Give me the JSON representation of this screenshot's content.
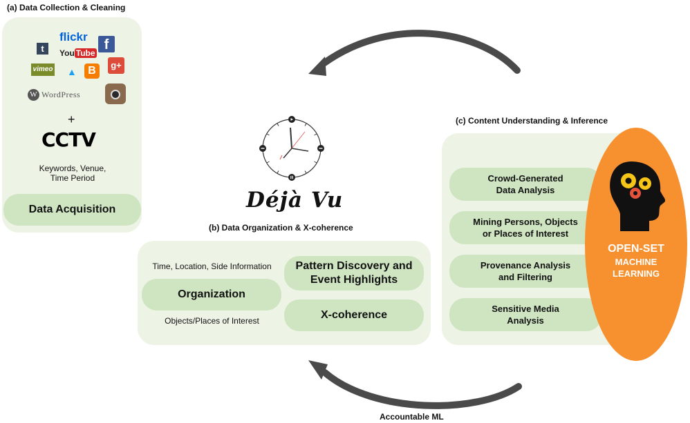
{
  "panel_a": {
    "caption": "(a) Data Collection & Cleaning",
    "logos": {
      "flickr": "flickr",
      "tumblr": "t",
      "youtube_you": "You",
      "youtube_tube": "Tube",
      "facebook": "f",
      "vimeo": "vimeo",
      "googleplus": "g+",
      "blogger": "B",
      "wordpress": "WordPress"
    },
    "plus": "+",
    "cctv": "CCTV",
    "keywords_line1": "Keywords, Venue,",
    "keywords_line2": "Time Period",
    "button": "Data Acquisition"
  },
  "center": {
    "title": "Déjà Vu"
  },
  "panel_b": {
    "caption": "(b) Data Organization & X-coherence",
    "time_info": "Time, Location, Side Information",
    "organization": "Organization",
    "objects": "Objects/Places of Interest",
    "pattern_line1": "Pattern Discovery and",
    "pattern_line2": "Event Highlights",
    "xcoherence": "X-coherence"
  },
  "panel_c": {
    "caption": "(c) Content Understanding & Inference",
    "items": [
      {
        "line1": "Crowd-Generated",
        "line2": "Data Analysis"
      },
      {
        "line1": "Mining Persons, Objects",
        "line2": "or Places of Interest"
      },
      {
        "line1": "Provenance Analysis",
        "line2": "and Filtering"
      },
      {
        "line1": "Sensitive Media",
        "line2": "Analysis"
      }
    ],
    "openset_line1": "OPEN-SET",
    "openset_line2": "MACHINE",
    "openset_line3": "LEARNING"
  },
  "bottom_label": "Accountable ML",
  "colors": {
    "panel_bg": "#edf4e6",
    "pill_bg": "#cfe5c2",
    "orange": "#f7902e",
    "arrow": "#4a4a4a"
  }
}
